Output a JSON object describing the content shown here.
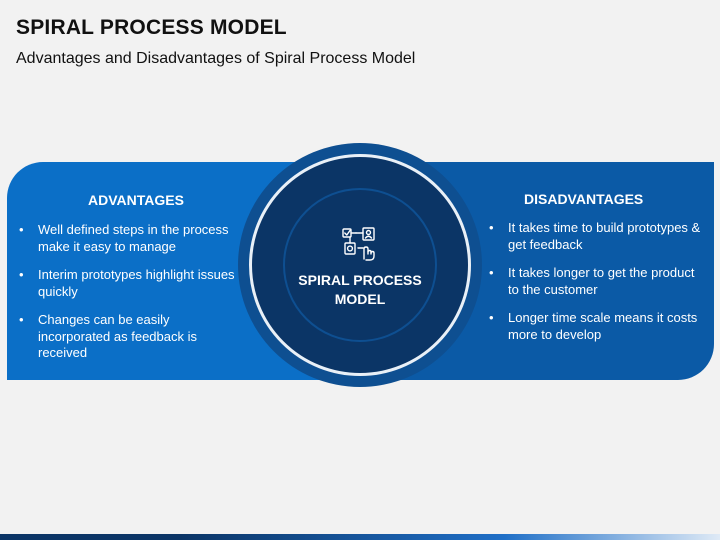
{
  "header": {
    "title": "SPIRAL PROCESS MODEL",
    "subtitle": "Advantages and Disadvantages of Spiral Process Model"
  },
  "center": {
    "label": "SPIRAL PROCESS MODEL",
    "icon": "process-flow-icon"
  },
  "advantages": {
    "title": "ADVANTAGES",
    "items": [
      "Well defined steps in the process make it easy to manage",
      "Interim prototypes highlight issues quickly",
      "Changes can be easily incorporated as feedback is received"
    ]
  },
  "disadvantages": {
    "title": "DISADVANTAGES",
    "items": [
      "It takes time to build prototypes & get feedback",
      "It takes longer to get the product to the customer",
      "Longer time scale means it costs more to develop"
    ]
  },
  "colors": {
    "left_band": "#0b6fc7",
    "right_band": "#0b5aa6",
    "ring_outer": "#0e4f91",
    "ring_core": "#0b3566"
  }
}
